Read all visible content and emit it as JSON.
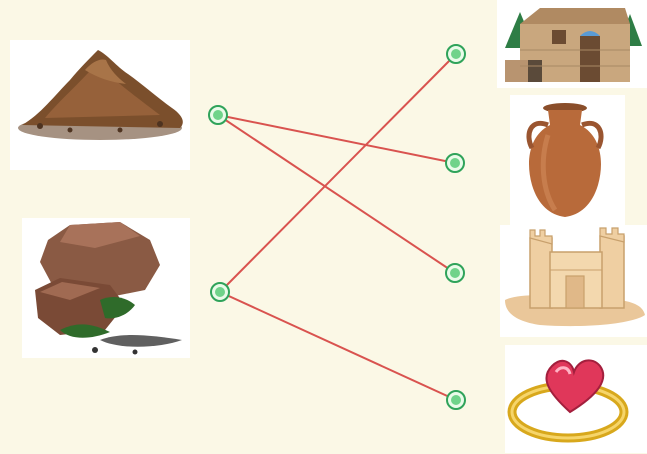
{
  "activity": {
    "type": "matching",
    "left_items": [
      {
        "id": "L1",
        "icon": "dirt-pile-icon"
      },
      {
        "id": "L2",
        "icon": "rock-boulder-icon"
      }
    ],
    "right_items": [
      {
        "id": "R1",
        "icon": "stone-house-icon"
      },
      {
        "id": "R2",
        "icon": "clay-vase-icon"
      },
      {
        "id": "R3",
        "icon": "sand-castle-icon"
      },
      {
        "id": "R4",
        "icon": "heart-ring-icon"
      }
    ],
    "connections": [
      {
        "from": "L1",
        "to": "R2"
      },
      {
        "from": "L1",
        "to": "R3"
      },
      {
        "from": "L2",
        "to": "R1"
      },
      {
        "from": "L2",
        "to": "R4"
      }
    ],
    "colors": {
      "line": "#d9534f",
      "dot_fill": "#6fd38a",
      "dot_stroke": "#2fa35a",
      "background": "#fbf8e6"
    }
  }
}
